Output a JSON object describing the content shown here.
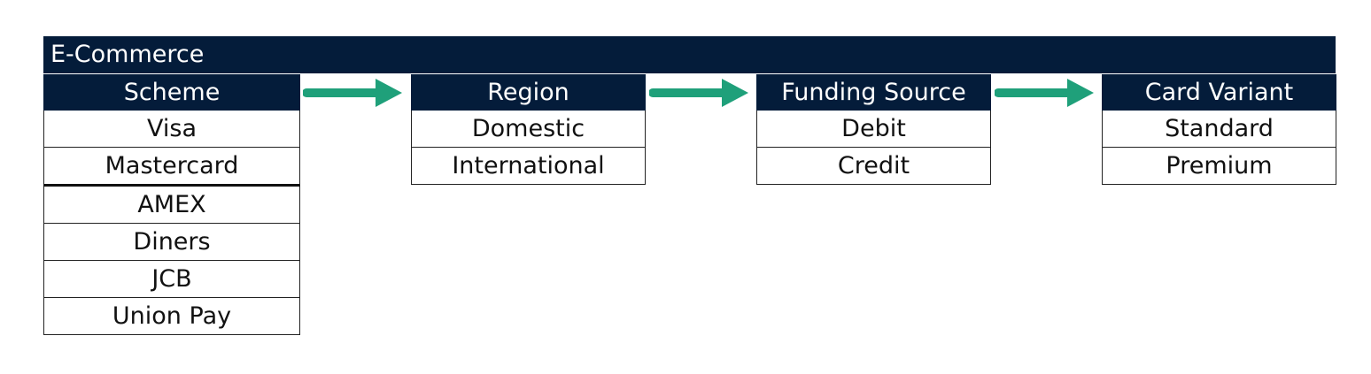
{
  "title": "E-Commerce",
  "colors": {
    "header_bg": "#041c3a",
    "arrow": "#1fa07a",
    "border": "#222222"
  },
  "columns": [
    {
      "header": "Scheme",
      "items": [
        "Visa",
        "Mastercard",
        "AMEX",
        "Diners",
        "JCB",
        "Union Pay"
      ]
    },
    {
      "header": "Region",
      "items": [
        "Domestic",
        "International"
      ]
    },
    {
      "header": "Funding Source",
      "items": [
        "Debit",
        "Credit"
      ]
    },
    {
      "header": "Card Variant",
      "items": [
        "Standard",
        "Premium"
      ]
    }
  ],
  "connectors": [
    {
      "from": "Scheme",
      "to": "Region",
      "icon": "right-arrow-icon"
    },
    {
      "from": "Region",
      "to": "Funding Source",
      "icon": "right-arrow-icon"
    },
    {
      "from": "Funding Source",
      "to": "Card Variant",
      "icon": "right-arrow-icon"
    }
  ]
}
